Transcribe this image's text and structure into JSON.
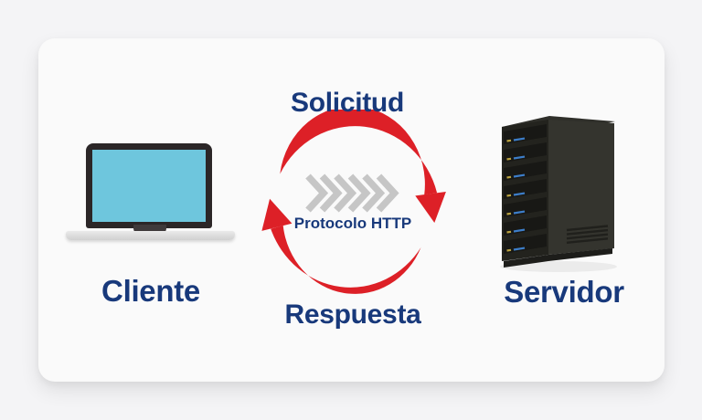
{
  "diagram": {
    "request_label": "Solicitud",
    "response_label": "Respuesta",
    "protocol_label": "Protocolo HTTP",
    "client_label": "Cliente",
    "server_label": "Servidor"
  },
  "icons": {
    "client": "laptop-icon",
    "server": "server-rack-icon",
    "cycle": "request-response-cycle-icon",
    "flow": "http-flow-chevrons-icon"
  },
  "colors": {
    "accent_red": "#dd2027",
    "navy": "#18397b",
    "chevron_gray": "#c6c6c6",
    "screen_blue": "#6ec6dd",
    "card_bg": "#fafafa",
    "page_bg": "#f4f4f6"
  }
}
